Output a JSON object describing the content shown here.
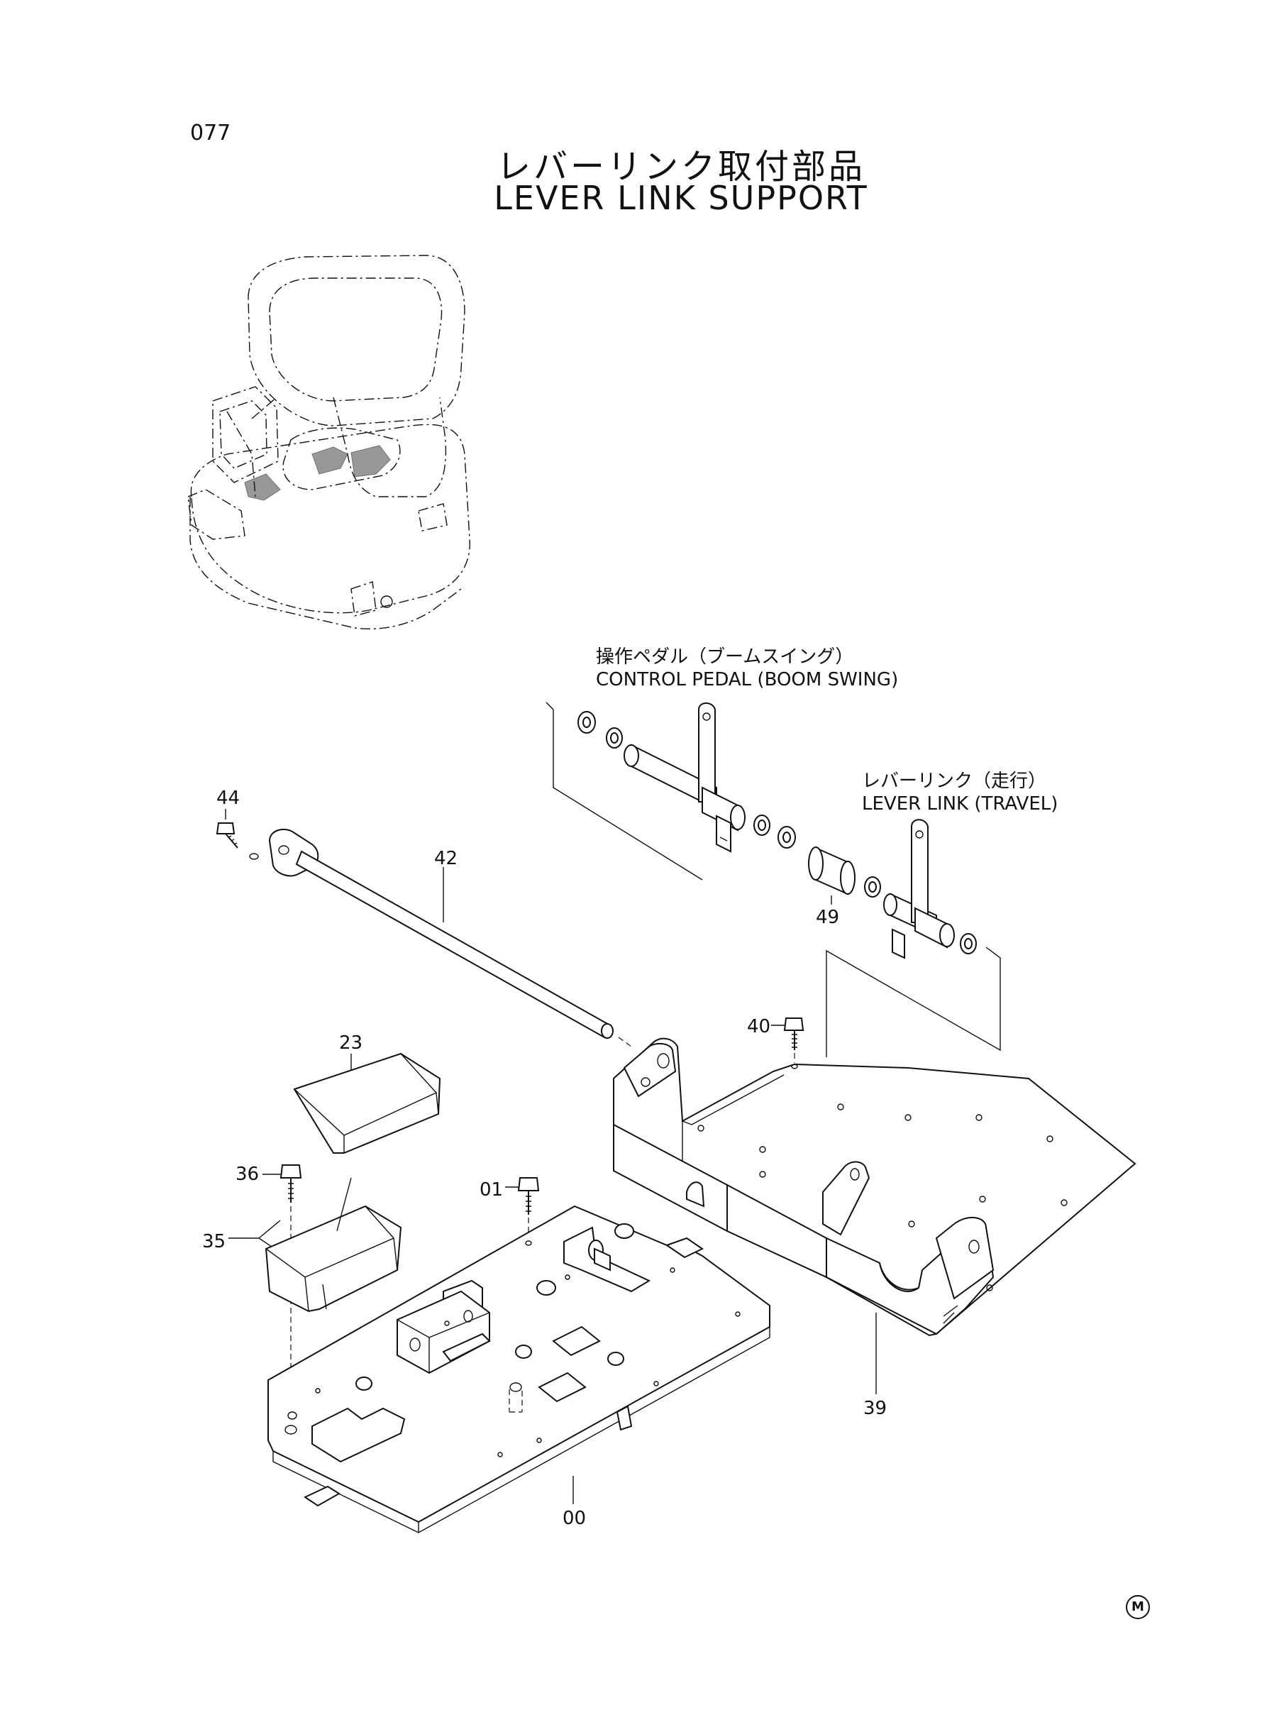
{
  "page": {
    "number": "077"
  },
  "title": {
    "japanese": "レバーリンク取付部品",
    "english": "LEVER LINK SUPPORT"
  },
  "captions": {
    "control_pedal": {
      "jp": "操作ペダル（ブームスイング）",
      "en": "CONTROL PEDAL (BOOM SWING)"
    },
    "lever_link": {
      "jp": "レバーリンク（走行）",
      "en": "LEVER LINK (TRAVEL)"
    }
  },
  "callouts": {
    "c44": "44",
    "c42": "42",
    "c49": "49",
    "c40": "40",
    "c23": "23",
    "c36": "36",
    "c35": "35",
    "c01": "01",
    "c39": "39",
    "c00": "00"
  },
  "mark": "M"
}
